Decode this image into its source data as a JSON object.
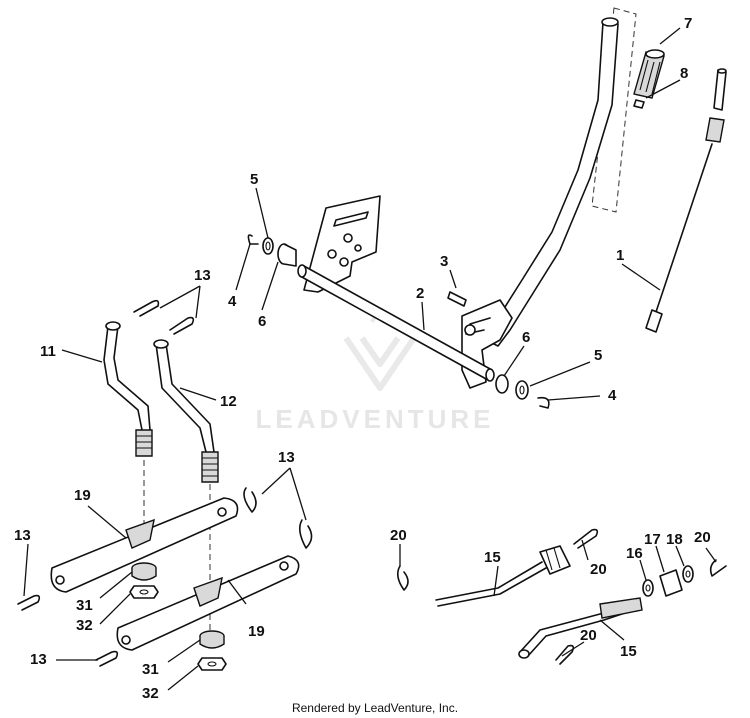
{
  "watermark": {
    "text": "LEADVENTURE"
  },
  "footer": {
    "text": "Rendered by LeadVenture, Inc."
  },
  "callouts": [
    {
      "id": "c1",
      "label": "1"
    },
    {
      "id": "c2",
      "label": "2"
    },
    {
      "id": "c3",
      "label": "3"
    },
    {
      "id": "c4a",
      "label": "4"
    },
    {
      "id": "c4b",
      "label": "4"
    },
    {
      "id": "c5a",
      "label": "5"
    },
    {
      "id": "c5b",
      "label": "5"
    },
    {
      "id": "c6a",
      "label": "6"
    },
    {
      "id": "c6b",
      "label": "6"
    },
    {
      "id": "c7",
      "label": "7"
    },
    {
      "id": "c8",
      "label": "8"
    },
    {
      "id": "c11",
      "label": "11"
    },
    {
      "id": "c12",
      "label": "12"
    },
    {
      "id": "c13a",
      "label": "13"
    },
    {
      "id": "c13b",
      "label": "13"
    },
    {
      "id": "c13c",
      "label": "13"
    },
    {
      "id": "c13d",
      "label": "13"
    },
    {
      "id": "c15a",
      "label": "15"
    },
    {
      "id": "c15b",
      "label": "15"
    },
    {
      "id": "c16",
      "label": "16"
    },
    {
      "id": "c17",
      "label": "17"
    },
    {
      "id": "c18",
      "label": "18"
    },
    {
      "id": "c19a",
      "label": "19"
    },
    {
      "id": "c19b",
      "label": "19"
    },
    {
      "id": "c20a",
      "label": "20"
    },
    {
      "id": "c20b",
      "label": "20"
    },
    {
      "id": "c20c",
      "label": "20"
    },
    {
      "id": "c20d",
      "label": "20"
    },
    {
      "id": "c31a",
      "label": "31"
    },
    {
      "id": "c31b",
      "label": "31"
    },
    {
      "id": "c32a",
      "label": "32"
    },
    {
      "id": "c32b",
      "label": "32"
    }
  ]
}
